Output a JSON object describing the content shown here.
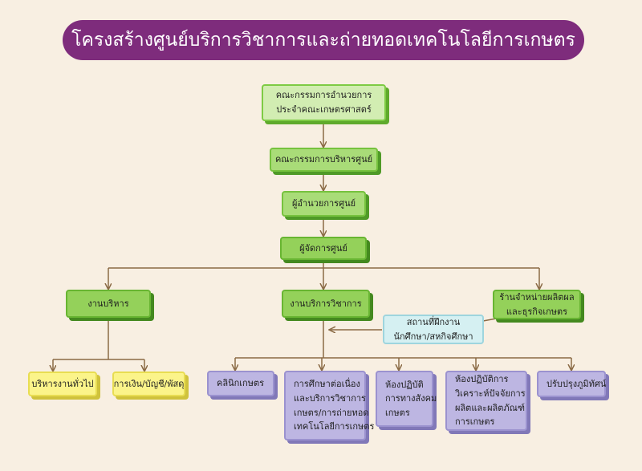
{
  "title": "โครงสร้างศูนย์บริการวิชาการและถ่ายทอดเทคโนโลยีการเกษตร",
  "nodes": {
    "committee_admin": {
      "line1": "คณะกรรมการอำนวยการ",
      "line2": "ประจำคณะเกษตรศาสตร์"
    },
    "committee_center": "คณะกรรมการบริหารศูนย์",
    "director": "ผู้อำนวยการศูนย์",
    "manager": "ผู้จัดการศูนย์",
    "admin_work": "งานบริหาร",
    "academic_service": "งานบริการวิชาการ",
    "shop": {
      "line1": "ร้านจำหน่ายผลิตผล",
      "line2": "และธุรกิจเกษตร"
    },
    "training_site": {
      "line1": "สถานที่ฝึกงาน",
      "line2": "นักศึกษา/สหกิจศึกษา"
    },
    "general_admin": "บริหารงานทั่วไป",
    "finance": "การเงิน/บัญชี/พัสดุ",
    "clinic": "คลินิกเกษตร",
    "continuing_ed": {
      "line1": "การศึกษาต่อเนื่อง",
      "line2": "และบริการวิชาการ",
      "line3": "เกษตร/การถ่ายทอด",
      "line4": "เทคโนโลยีการเกษตร"
    },
    "social_lab": {
      "line1": "ห้องปฏิบัติ",
      "line2": "การทางสังคม",
      "line3": "เกษตร"
    },
    "analysis_lab": {
      "line1": "ห้องปฏิบัติการ",
      "line2": "วิเคราะห์ปัจจัยการ",
      "line3": "ผลิตและผลิตภัณฑ์",
      "line4": "การเกษตร"
    },
    "soil_improve": "ปรับปรุงภูมิทัศน์"
  },
  "colors": {
    "title_bg": "#7e2c7c",
    "background": "#f8efe2",
    "connector": "#8a6a45",
    "green": "#94d15a",
    "yellow": "#fbf48a",
    "purple": "#bdb6e2",
    "cyan": "#d5f0f2"
  }
}
